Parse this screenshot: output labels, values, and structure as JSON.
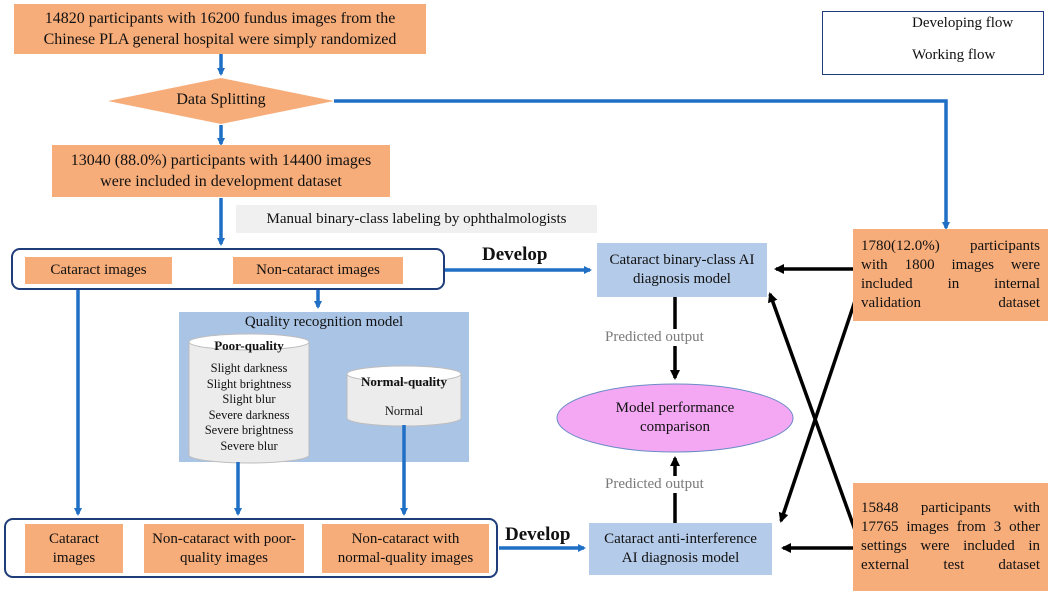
{
  "legend": {
    "developing_label": "Developing flow",
    "working_label": "Working flow",
    "developing_color": "#1f6fc5",
    "working_color": "#000000"
  },
  "top_box": "14820 participants with 16200 fundus images from the Chinese PLA general hospital were simply randomized",
  "splitting": "Data Splitting",
  "dev_dataset": "13040 (88.0%) participants with 14400 images were included in development dataset",
  "manual_label": "Manual binary-class labeling by ophthalmologists",
  "cataract_images": "Cataract images",
  "noncataract_images": "Non-cataract images",
  "quality_model": {
    "title": "Quality recognition model",
    "poor_title": "Poor-quality",
    "poor_items": [
      "Slight darkness",
      "Slight brightness",
      "Slight blur",
      "Severe darkness",
      "Severe brightness",
      "Severe blur"
    ],
    "normal_title": "Normal-quality",
    "normal_item": "Normal"
  },
  "bottom_row": {
    "cataract": "Cataract images",
    "poor": "Non-cataract with poor-quality images",
    "normal": "Non-cataract with normal-quality images"
  },
  "develop_label": "Develop",
  "binary_model": "Cataract binary-class AI diagnosis model",
  "anti_model": "Cataract anti-interference AI diagnosis model",
  "predicted_output": "Predicted output",
  "performance": "Model performance comparison",
  "internal_val": "1780(12.0%) participants with 1800 images were included in internal validation dataset",
  "external_test": "15848 participants with 17765 images from 3 other settings were included in external test dataset",
  "colors": {
    "orange": "#f7ad7a",
    "blue_box": "#b4cbe9",
    "quality_panel": "#aac4e6",
    "ellipse": "#f4a8f4"
  }
}
